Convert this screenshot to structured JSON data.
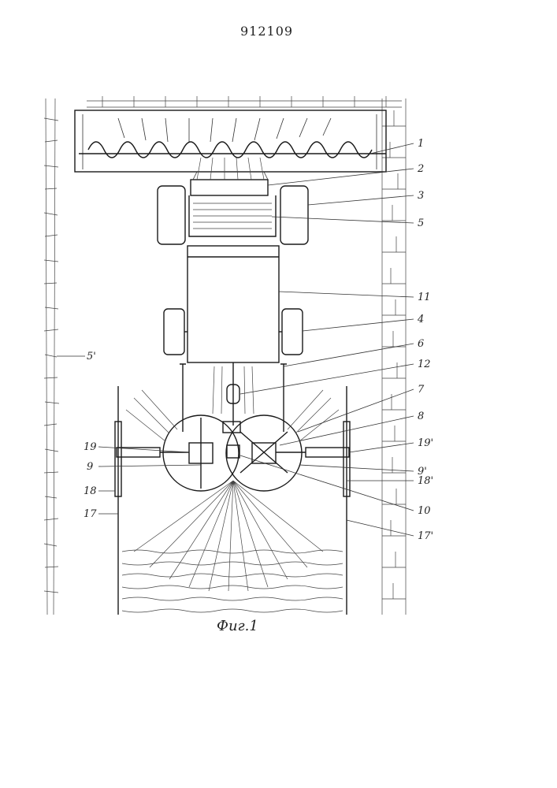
{
  "document": {
    "number": "912109",
    "caption": "Фиг.1"
  },
  "callouts": [
    "1",
    "2",
    "3",
    "5",
    "11",
    "4",
    "6",
    "12",
    "7",
    "8",
    "19'",
    "9'",
    "18'",
    "10",
    "17'",
    "5'",
    "19",
    "9",
    "18",
    "17"
  ]
}
